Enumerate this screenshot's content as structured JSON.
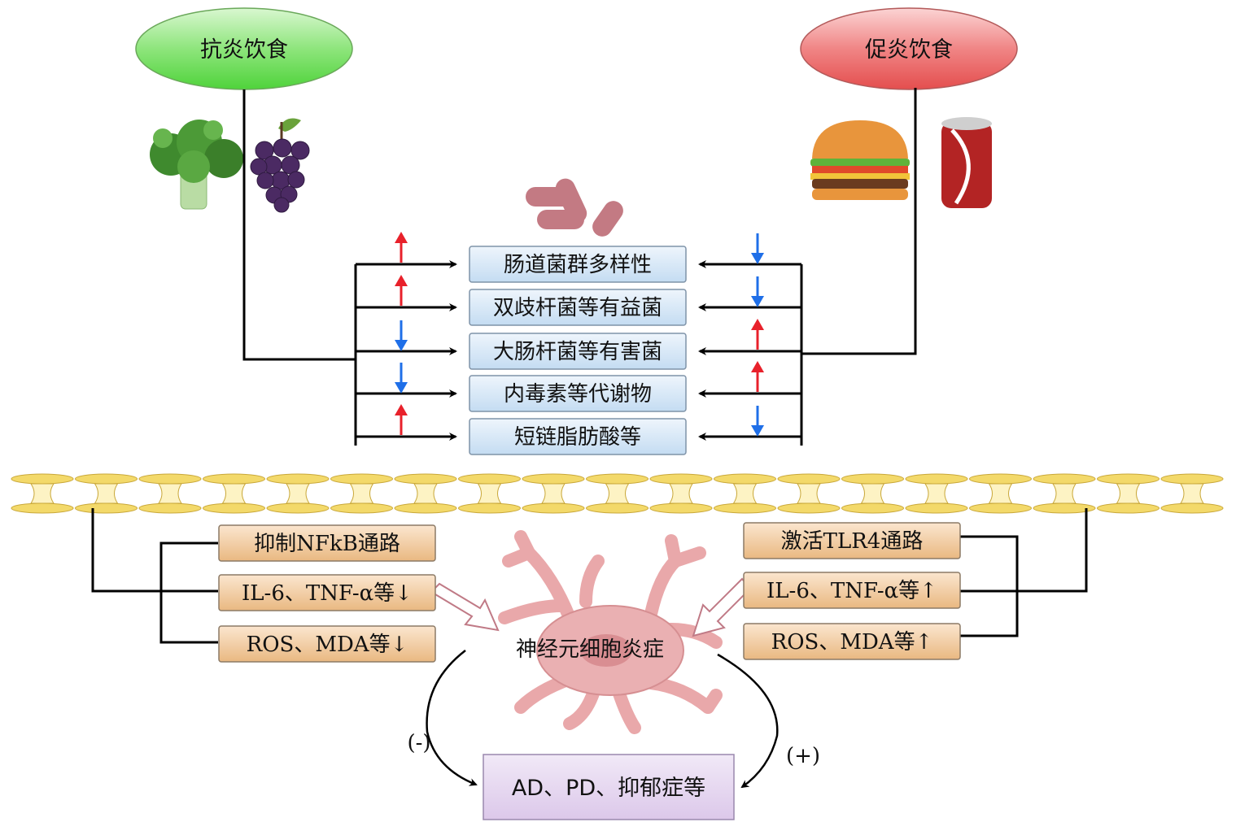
{
  "diet": {
    "anti": {
      "label": "抗炎饮食",
      "icons": [
        "broccoli-icon",
        "grapes-icon"
      ],
      "color": "#7be07b"
    },
    "pro": {
      "label": "促炎饮食",
      "icons": [
        "burger-icon",
        "soda-can-icon"
      ],
      "color": "#ec7272"
    }
  },
  "gut": {
    "icon": "bacteria-icon",
    "boxes": [
      {
        "label": "肠道菌群多样性",
        "anti": "up",
        "pro": "down"
      },
      {
        "label": "双歧杆菌等有益菌",
        "anti": "up",
        "pro": "down"
      },
      {
        "label": "大肠杆菌等有害菌",
        "anti": "down",
        "pro": "up"
      },
      {
        "label": "内毒素等代谢物",
        "anti": "down",
        "pro": "up"
      },
      {
        "label": "短链脂肪酸等",
        "anti": "up",
        "pro": "down"
      }
    ],
    "up_color": "#e8212b",
    "down_color": "#1f6fe8"
  },
  "barrier": {
    "icon": "intestinal-barrier-icon",
    "color": "#f3d96a"
  },
  "left_effects": [
    "抑制NFkB通路",
    "IL-6、TNF-α等↓",
    "ROS、MDA等↓"
  ],
  "right_effects": [
    "激活TLR4通路",
    "IL-6、TNF-α等↑",
    "ROS、MDA等↑"
  ],
  "neuron": {
    "label": "神经元细胞炎症",
    "icon": "neuron-icon"
  },
  "outcome": {
    "label": "AD、PD、抑郁症等"
  },
  "signs": {
    "minus": "(-)",
    "plus": "(+)"
  }
}
